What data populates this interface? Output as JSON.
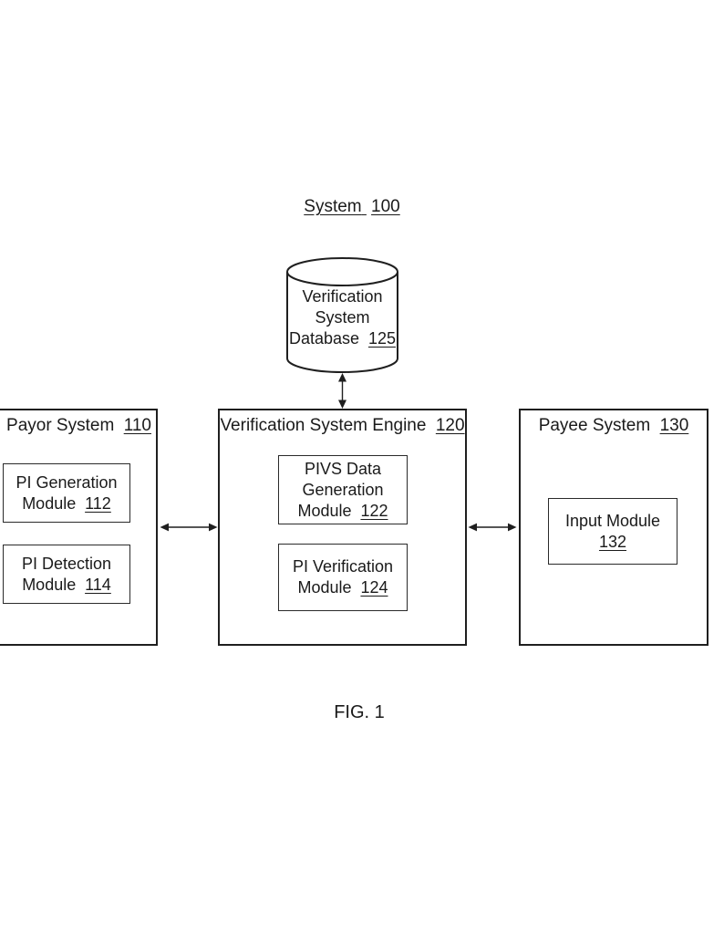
{
  "colors": {
    "line": "#1f1f1f",
    "background": "#ffffff",
    "text": "#1a1a1a"
  },
  "title": {
    "text": "System",
    "num": "100"
  },
  "database": {
    "line1": "Verification",
    "line2": "System",
    "line3_text": "Database",
    "num": "125"
  },
  "payor": {
    "label_text": "Payor System",
    "num": "110",
    "modules": [
      {
        "line1": "PI Generation",
        "line2_text": "Module",
        "num": "112"
      },
      {
        "line1": "PI Detection",
        "line2_text": "Module",
        "num": "114"
      }
    ]
  },
  "engine": {
    "label_text": "Verification System Engine",
    "num": "120",
    "modules": [
      {
        "line1": "PIVS Data",
        "line2": "Generation",
        "line3_text": "Module",
        "num": "122"
      },
      {
        "line1": "PI Verification",
        "line2_text": "Module",
        "num": "124"
      }
    ]
  },
  "payee": {
    "label_text": "Payee System",
    "num": "130",
    "modules": [
      {
        "line1": "Input Module",
        "num": "132"
      }
    ]
  },
  "caption": "FIG. 1"
}
